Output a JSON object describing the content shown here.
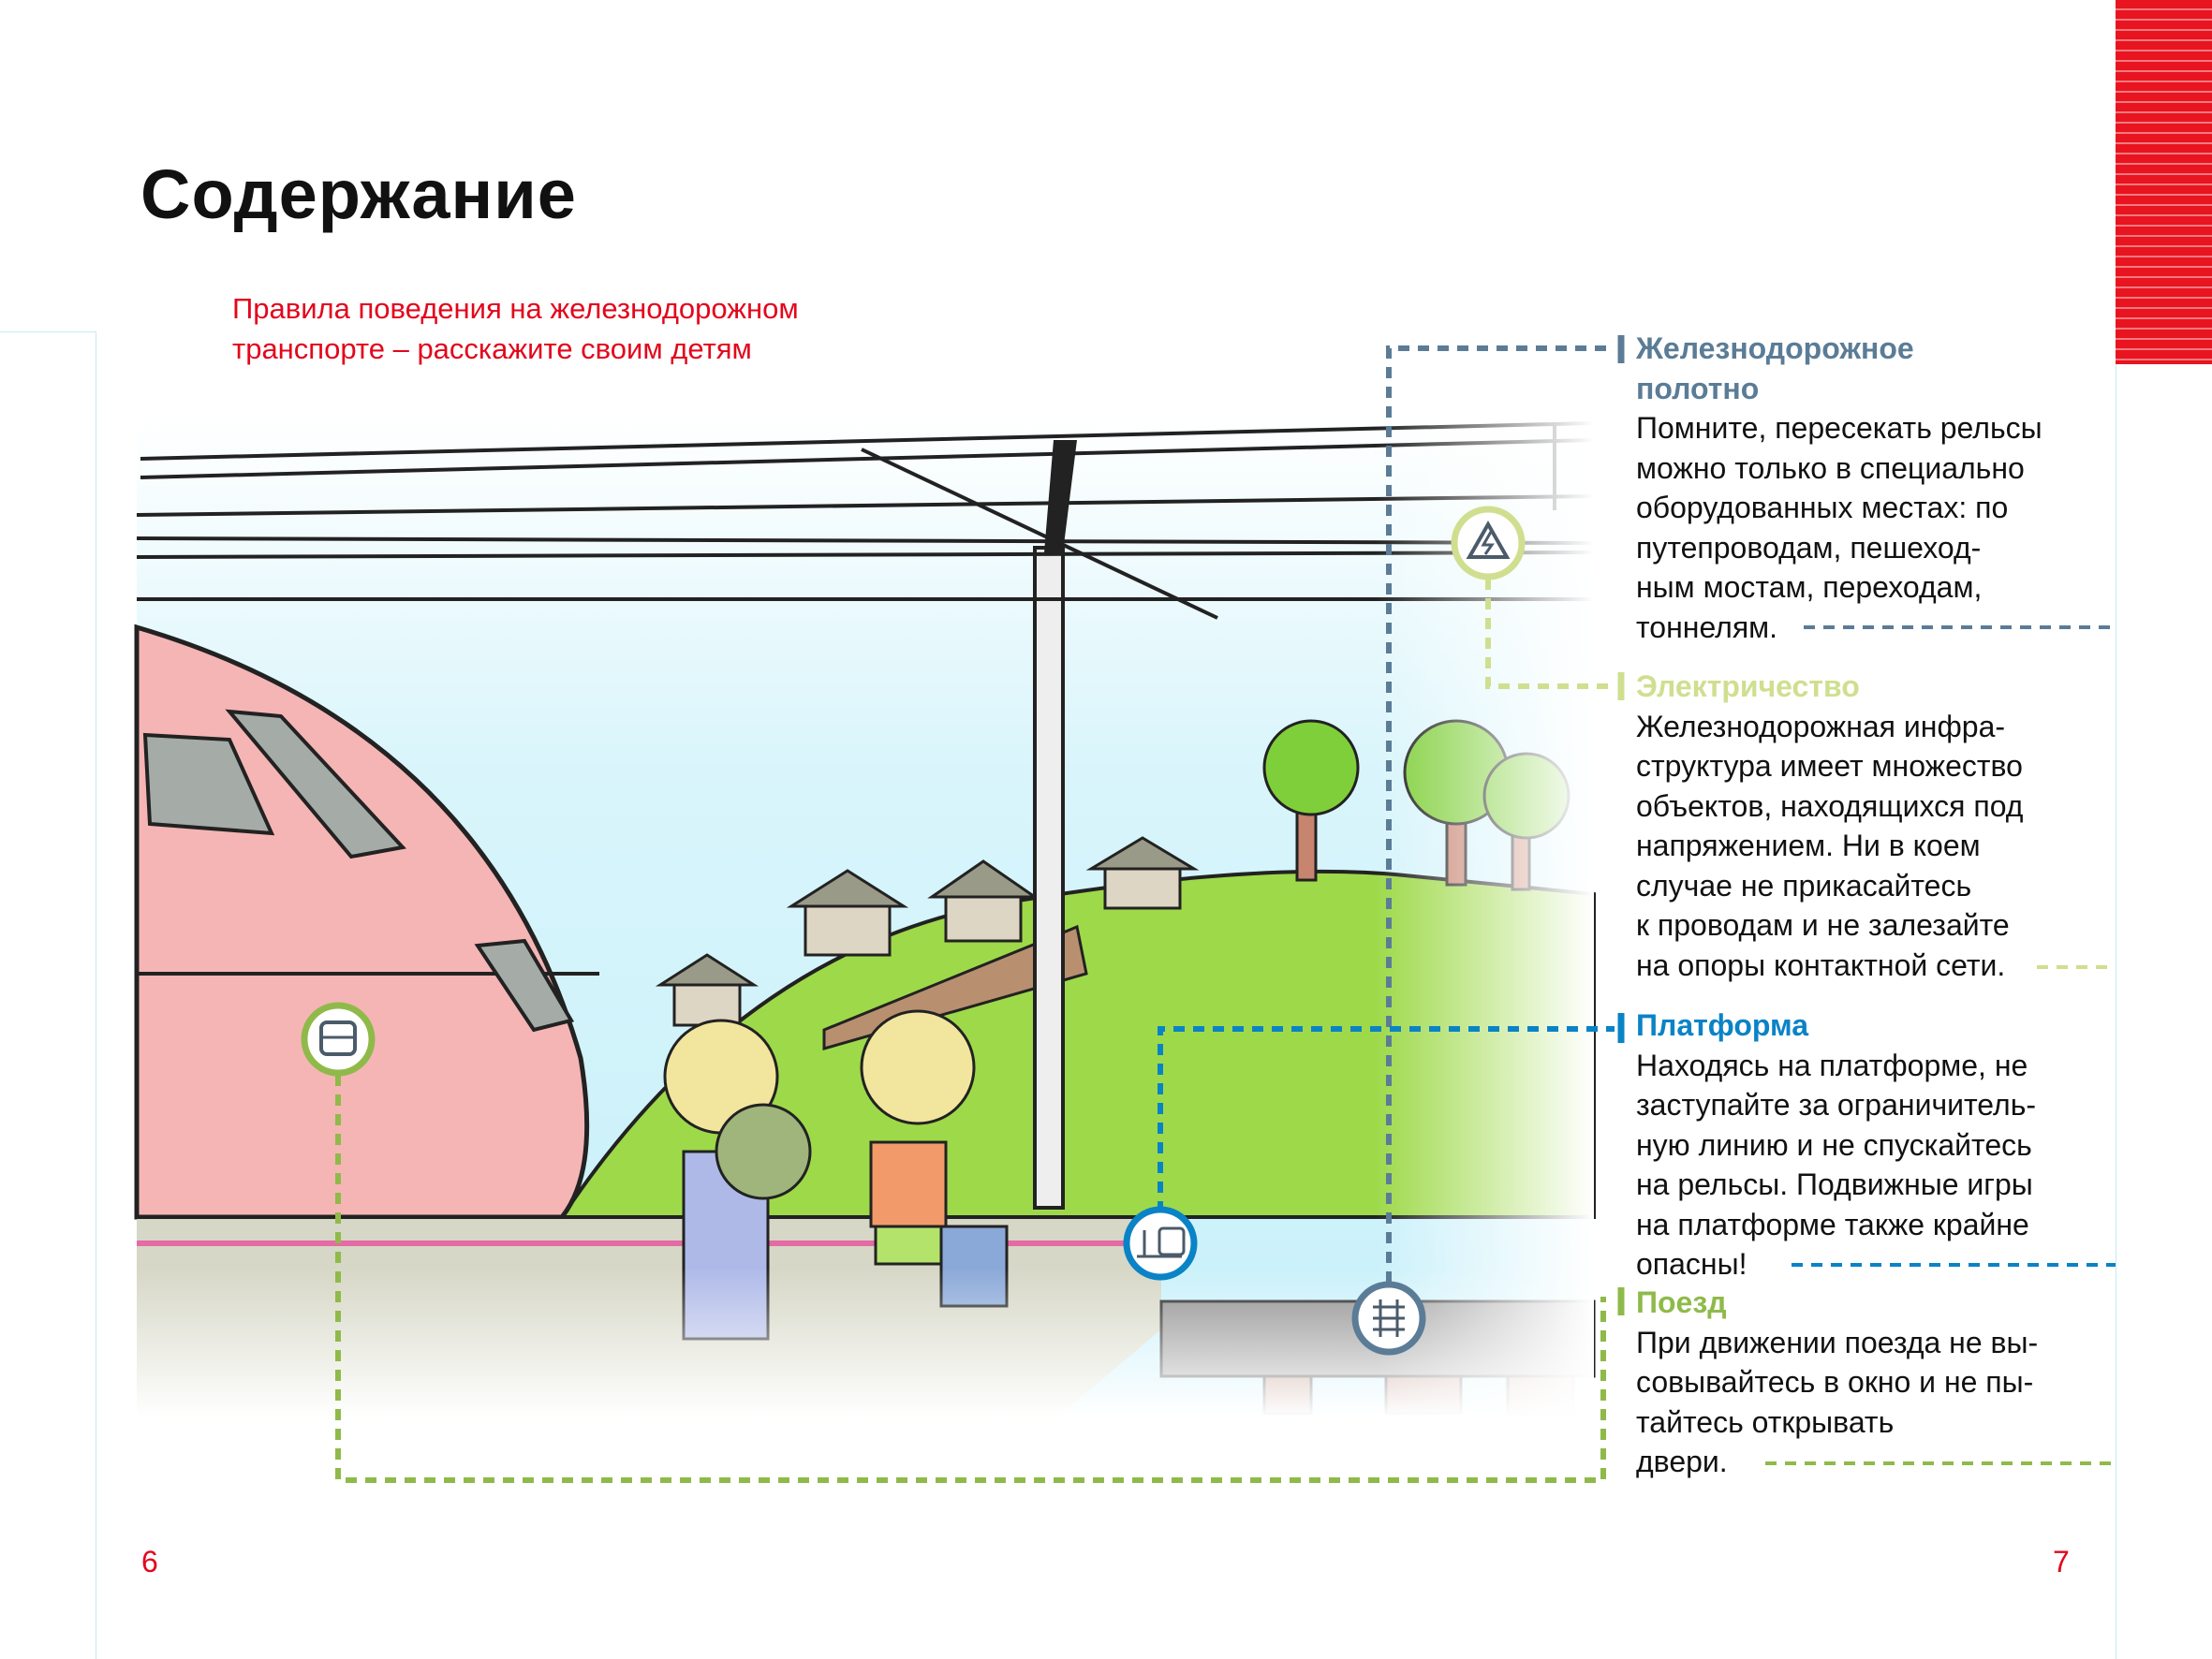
{
  "title": "Содержание",
  "subtitle": [
    "Правила поведения на железнодорожном",
    "транспорте – расскажите своим детям"
  ],
  "sections": [
    {
      "heading": [
        "Железнодорожное",
        "полотно"
      ],
      "color": "#5b7c96",
      "body": [
        "Помните, пересекать рельсы",
        "можно только в специально",
        "оборудованных местах: по",
        "путепроводам, пешеход-",
        "ным мостам, переходам,",
        "тоннелям."
      ],
      "icon": "lightning-icon"
    },
    {
      "heading": [
        "Электричество"
      ],
      "color": "#cfdf8f",
      "body": [
        "Железнодорожная инфра-",
        "структура имеет множество",
        "объектов, находящихся под",
        "напряжением. Ни в коем",
        "случае не прикасайтесь",
        "к проводам и не залезайте",
        "на опоры контактной сети."
      ],
      "icon": "rails-icon"
    },
    {
      "heading": [
        "Платформа"
      ],
      "color": "#0a83c6",
      "body": [
        "Находясь на платформе,  не",
        "заступайте за ограничитель-",
        "ную линию и не спускайтесь",
        "на рельсы. Подвижные игры",
        "на платформе также крайне",
        "опасны!"
      ],
      "icon": "platform-icon"
    },
    {
      "heading": [
        "Поезд"
      ],
      "color": "#8fba4a",
      "body": [
        "При движении поезда не вы-",
        "совывайтесь в окно и не пы-",
        "тайтесь открывать",
        "двери."
      ],
      "icon": "train-icon"
    }
  ],
  "page_left": "6",
  "page_right": "7"
}
